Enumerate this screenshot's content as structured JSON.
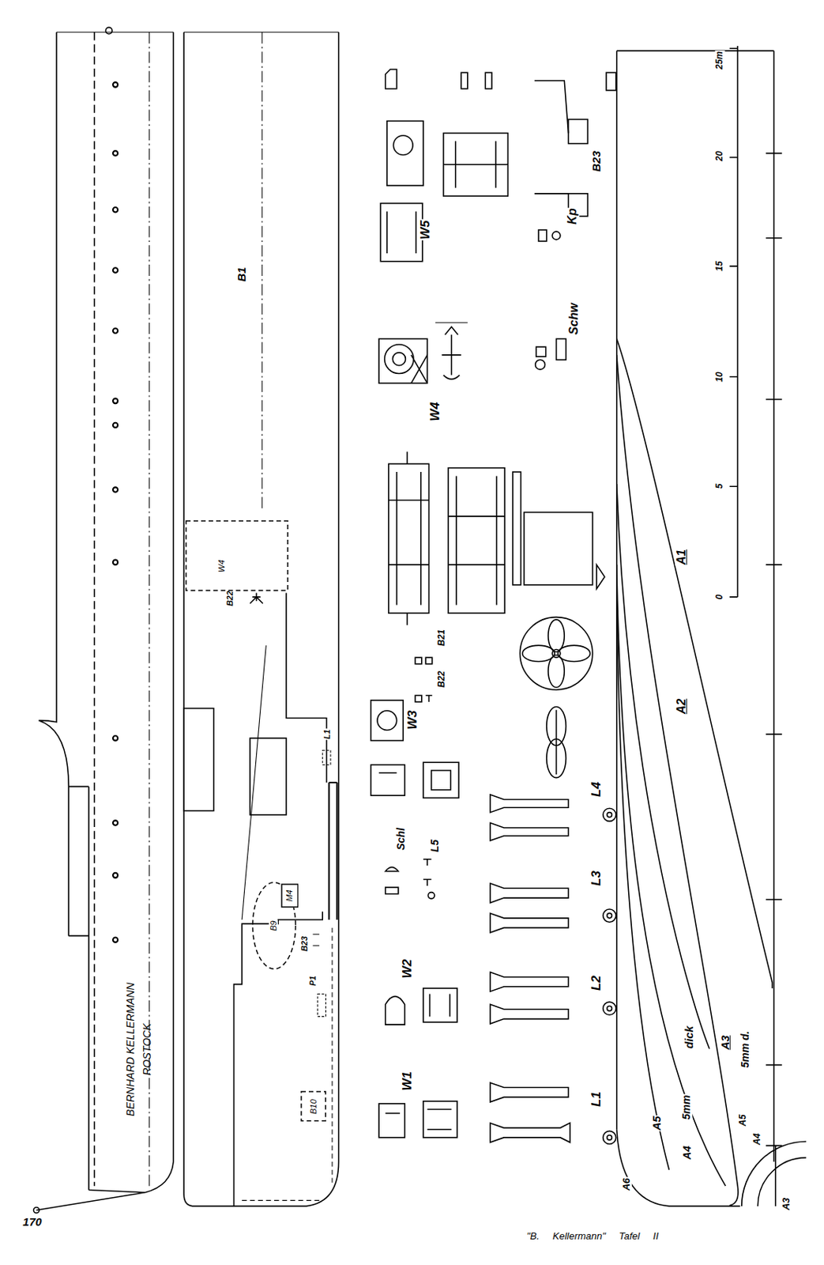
{
  "diagram": {
    "caption": "\"B. Kellermann\" Tafel II",
    "nodes": [
      {
        "text": [
          "W4"
        ]
      },
      {
        "text": [
          "B9"
        ]
      },
      {
        "text": [
          "M4"
        ]
      },
      {
        "text": [
          "B10"
        ]
      }
    ],
    "labels": [
      "BERNHARD KELLERMANN ROSTOCK",
      "170",
      "B1",
      "B22",
      "L1",
      "B23",
      "P1",
      "W1",
      "W2",
      "Schl",
      "L5",
      "W3",
      "B22",
      "B21",
      "W4",
      "W5",
      "Schw",
      "Kp",
      "B23",
      "L1",
      "L2",
      "L3",
      "L4",
      "A1",
      "A2",
      "dick",
      "A3",
      "5mm d.",
      "A5",
      "5mm",
      "A4",
      "A6",
      "A5",
      "A4",
      "A3",
      "0",
      "5",
      "10",
      "15",
      "20",
      "25m"
    ]
  }
}
